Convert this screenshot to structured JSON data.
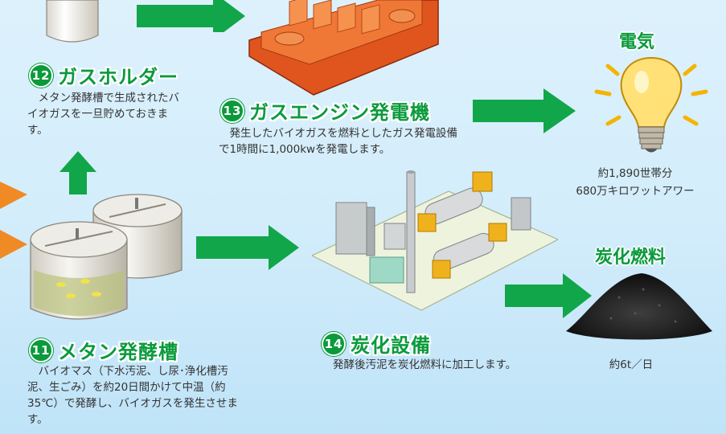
{
  "steps": {
    "s12": {
      "num": "⑫",
      "title": "ガスホルダー",
      "desc": "　メタン発酵槽で生成されたバイオガスを一旦貯めておきます。"
    },
    "s13": {
      "num": "⑬",
      "title": "ガスエンジン発電機",
      "desc": "　発生したバイオガスを燃料としたガス発電設備で1時間に1,000kwを発電します。"
    },
    "s11": {
      "num": "⑪",
      "title": "メタン発酵槽",
      "desc": "　バイオマス（下水汚泥、し尿･浄化槽汚泥、生ごみ）を約20日間かけて中温（約35℃）で発酵し、バイオガスを発生させます。"
    },
    "s14": {
      "num": "⑭",
      "title": "炭化設備",
      "desc": "発酵後汚泥を炭化燃料に加工します。"
    }
  },
  "outputs": {
    "electricity": {
      "label": "電気",
      "line1": "約1,890世帯分",
      "line2": "680万キロワットアワー"
    },
    "fuel": {
      "label": "炭化燃料",
      "amount": "約6t／日"
    }
  },
  "colors": {
    "green": "#0a9a3c",
    "arrow": "#12a64a",
    "orange": "#f08a24"
  }
}
